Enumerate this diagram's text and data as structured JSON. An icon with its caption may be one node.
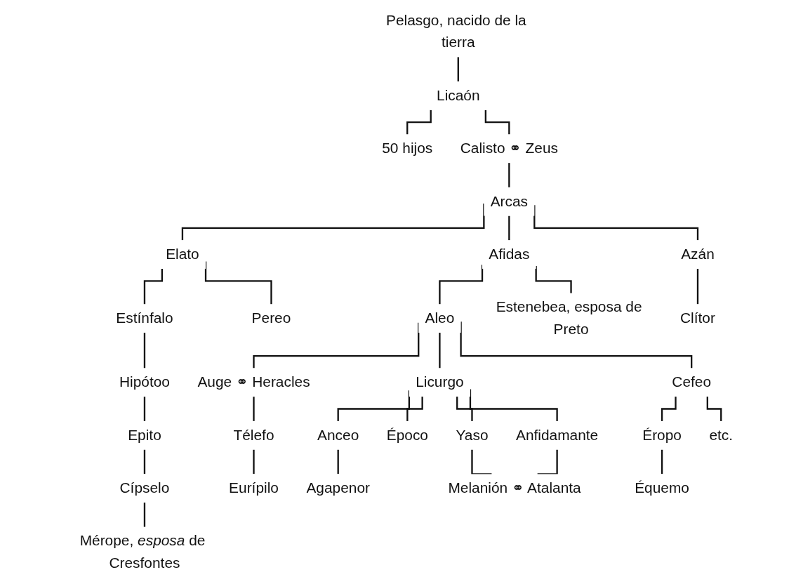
{
  "diagram": {
    "nodes": [
      {
        "text": [
          "Pelasgo, nacido de la tierra"
        ]
      },
      {
        "text": [
          "Licaón"
        ]
      },
      {
        "text": [
          "50 hijos"
        ]
      },
      {
        "text": [
          "Calisto ⚭ Zeus"
        ]
      },
      {
        "text": [
          "Arcas"
        ]
      },
      {
        "text": [
          "Elato"
        ]
      },
      {
        "text": [
          "Afidas"
        ]
      },
      {
        "text": [
          "Azán"
        ]
      },
      {
        "text": [
          "Estínfalo"
        ]
      },
      {
        "text": [
          "Pereo"
        ]
      },
      {
        "text": [
          "Aleo"
        ]
      },
      {
        "text": [
          "Estenebea, esposa de Preto"
        ]
      },
      {
        "text": [
          "Clítor"
        ]
      },
      {
        "text": [
          "Hipótoo"
        ]
      },
      {
        "text": [
          "Licurgo"
        ]
      },
      {
        "text": [
          "Cefeo"
        ]
      },
      {
        "text": [
          "Auge ⚭ Heracles"
        ]
      },
      {
        "text": [
          "Epito"
        ]
      },
      {
        "text": [
          "Télefo"
        ]
      },
      {
        "text": [
          "Anceo"
        ]
      },
      {
        "text": [
          "Époco"
        ]
      },
      {
        "text": [
          "Yaso"
        ]
      },
      {
        "text": [
          "Anfidamante"
        ]
      },
      {
        "text": [
          "Éropo"
        ]
      },
      {
        "text": [
          "etc."
        ]
      },
      {
        "text": [
          "Cípselo"
        ]
      },
      {
        "text": [
          "Eurípilo"
        ]
      },
      {
        "text": [
          "Agapenor"
        ]
      },
      {
        "text": [
          "Melanión ⚭ Atalanta"
        ]
      },
      {
        "text": [
          "Équemo"
        ]
      },
      {
        "text": [
          "Mérope, *esposa* de Cresfontes"
        ]
      }
    ],
    "edges": [
      {
        "from": 0,
        "to": 1,
        "arrow": "none"
      },
      {
        "from": 1,
        "to": 2,
        "arrow": "none"
      },
      {
        "from": 1,
        "to": 3,
        "arrow": "none"
      },
      {
        "from": 3,
        "to": 4,
        "arrow": "none"
      },
      {
        "from": 4,
        "to": 5,
        "arrow": "none"
      },
      {
        "from": 4,
        "to": 6,
        "arrow": "none"
      },
      {
        "from": 4,
        "to": 7,
        "arrow": "none"
      },
      {
        "from": 5,
        "to": 8,
        "arrow": "none"
      },
      {
        "from": 5,
        "to": 9,
        "arrow": "none"
      },
      {
        "from": 6,
        "to": 10,
        "arrow": "none"
      },
      {
        "from": 6,
        "to": 11,
        "arrow": "none"
      },
      {
        "from": 7,
        "to": 12,
        "arrow": "none"
      },
      {
        "from": 8,
        "to": 13,
        "arrow": "none"
      },
      {
        "from": 10,
        "to": 14,
        "arrow": "none"
      },
      {
        "from": 10,
        "to": 15,
        "arrow": "none"
      },
      {
        "from": 10,
        "to": 16,
        "arrow": "none"
      },
      {
        "from": 13,
        "to": 17,
        "arrow": "none"
      },
      {
        "from": 16,
        "to": 18,
        "arrow": "none"
      },
      {
        "from": 14,
        "to": 19,
        "arrow": "none"
      },
      {
        "from": 14,
        "to": 20,
        "arrow": "none"
      },
      {
        "from": 14,
        "to": 21,
        "arrow": "none"
      },
      {
        "from": 14,
        "to": 22,
        "arrow": "none"
      },
      {
        "from": 15,
        "to": 23,
        "arrow": "none"
      },
      {
        "from": 15,
        "to": 24,
        "arrow": "none"
      },
      {
        "from": 17,
        "to": 25,
        "arrow": "none"
      },
      {
        "from": 18,
        "to": 26,
        "arrow": "none"
      },
      {
        "from": 19,
        "to": 27,
        "arrow": "none"
      },
      {
        "from": 21,
        "to": 28,
        "arrow": "none"
      },
      {
        "from": 22,
        "to": 28,
        "arrow": "none"
      },
      {
        "from": 23,
        "to": 29,
        "arrow": "none"
      },
      {
        "from": 25,
        "to": 30,
        "arrow": "none"
      }
    ]
  }
}
